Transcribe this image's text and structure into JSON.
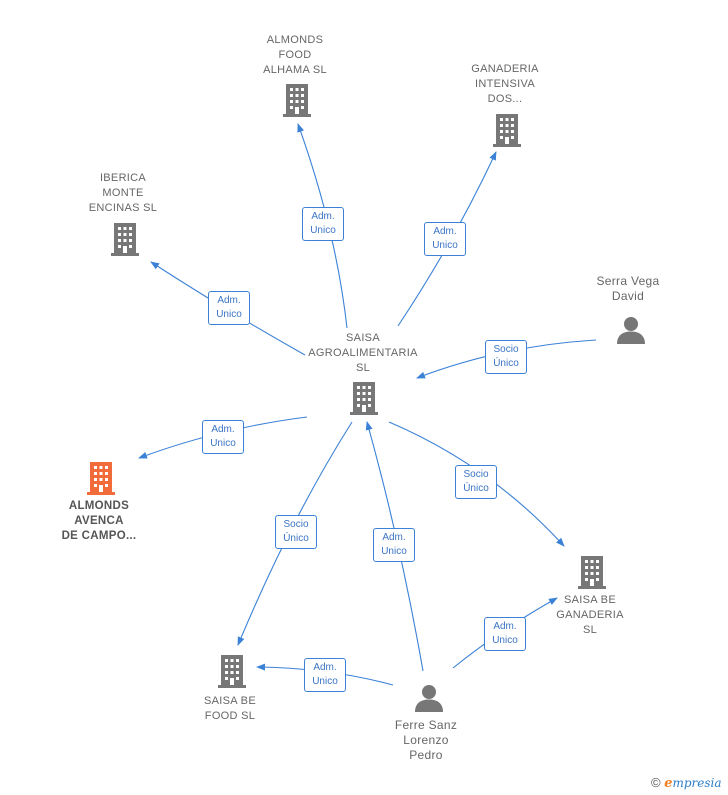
{
  "colors": {
    "edge": "#3b82d6",
    "node": "#777777",
    "focus": "#f26b3a"
  },
  "nodes": {
    "saisa": {
      "lines": [
        "SAISA",
        "AGROALIMENTARIA",
        "SL"
      ],
      "icon": "building-icon"
    },
    "alhama": {
      "lines": [
        "ALMONDS",
        "FOOD",
        "ALHAMA  SL"
      ],
      "icon": "building-icon"
    },
    "ganaderia_intensiva": {
      "lines": [
        "GANADERIA",
        "INTENSIVA",
        "DOS..."
      ],
      "icon": "building-icon"
    },
    "iberica": {
      "lines": [
        "IBERICA",
        "MONTE",
        "ENCINAS  SL"
      ],
      "icon": "building-icon"
    },
    "serra": {
      "lines": [
        "Serra Vega",
        "David"
      ],
      "icon": "person-icon"
    },
    "avenca": {
      "lines": [
        "ALMONDS",
        "AVENCA",
        "DE CAMPO..."
      ],
      "icon": "building-icon"
    },
    "saisa_ganaderia": {
      "lines": [
        "SAISA BE",
        "GANADERIA",
        "SL"
      ],
      "icon": "building-icon"
    },
    "saisa_food": {
      "lines": [
        "SAISA BE",
        "FOOD  SL"
      ],
      "icon": "building-icon"
    },
    "ferre": {
      "lines": [
        "Ferre Sanz",
        "Lorenzo",
        "Pedro"
      ],
      "icon": "person-icon"
    }
  },
  "edges": [
    {
      "id": "e1",
      "lines": [
        "Adm.",
        "Unico"
      ]
    },
    {
      "id": "e2",
      "lines": [
        "Adm.",
        "Unico"
      ]
    },
    {
      "id": "e3",
      "lines": [
        "Adm.",
        "Unico"
      ]
    },
    {
      "id": "e4",
      "lines": [
        "Socio",
        "Único"
      ]
    },
    {
      "id": "e5",
      "lines": [
        "Adm.",
        "Unico"
      ]
    },
    {
      "id": "e6",
      "lines": [
        "Socio",
        "Único"
      ]
    },
    {
      "id": "e7",
      "lines": [
        "Socio",
        "Único"
      ]
    },
    {
      "id": "e8",
      "lines": [
        "Adm.",
        "Unico"
      ]
    },
    {
      "id": "e9",
      "lines": [
        "Adm.",
        "Unico"
      ]
    },
    {
      "id": "e10",
      "lines": [
        "Adm.",
        "Unico"
      ]
    }
  ],
  "brand": {
    "copyright": "©",
    "e": "e",
    "rest": "mpresia"
  }
}
